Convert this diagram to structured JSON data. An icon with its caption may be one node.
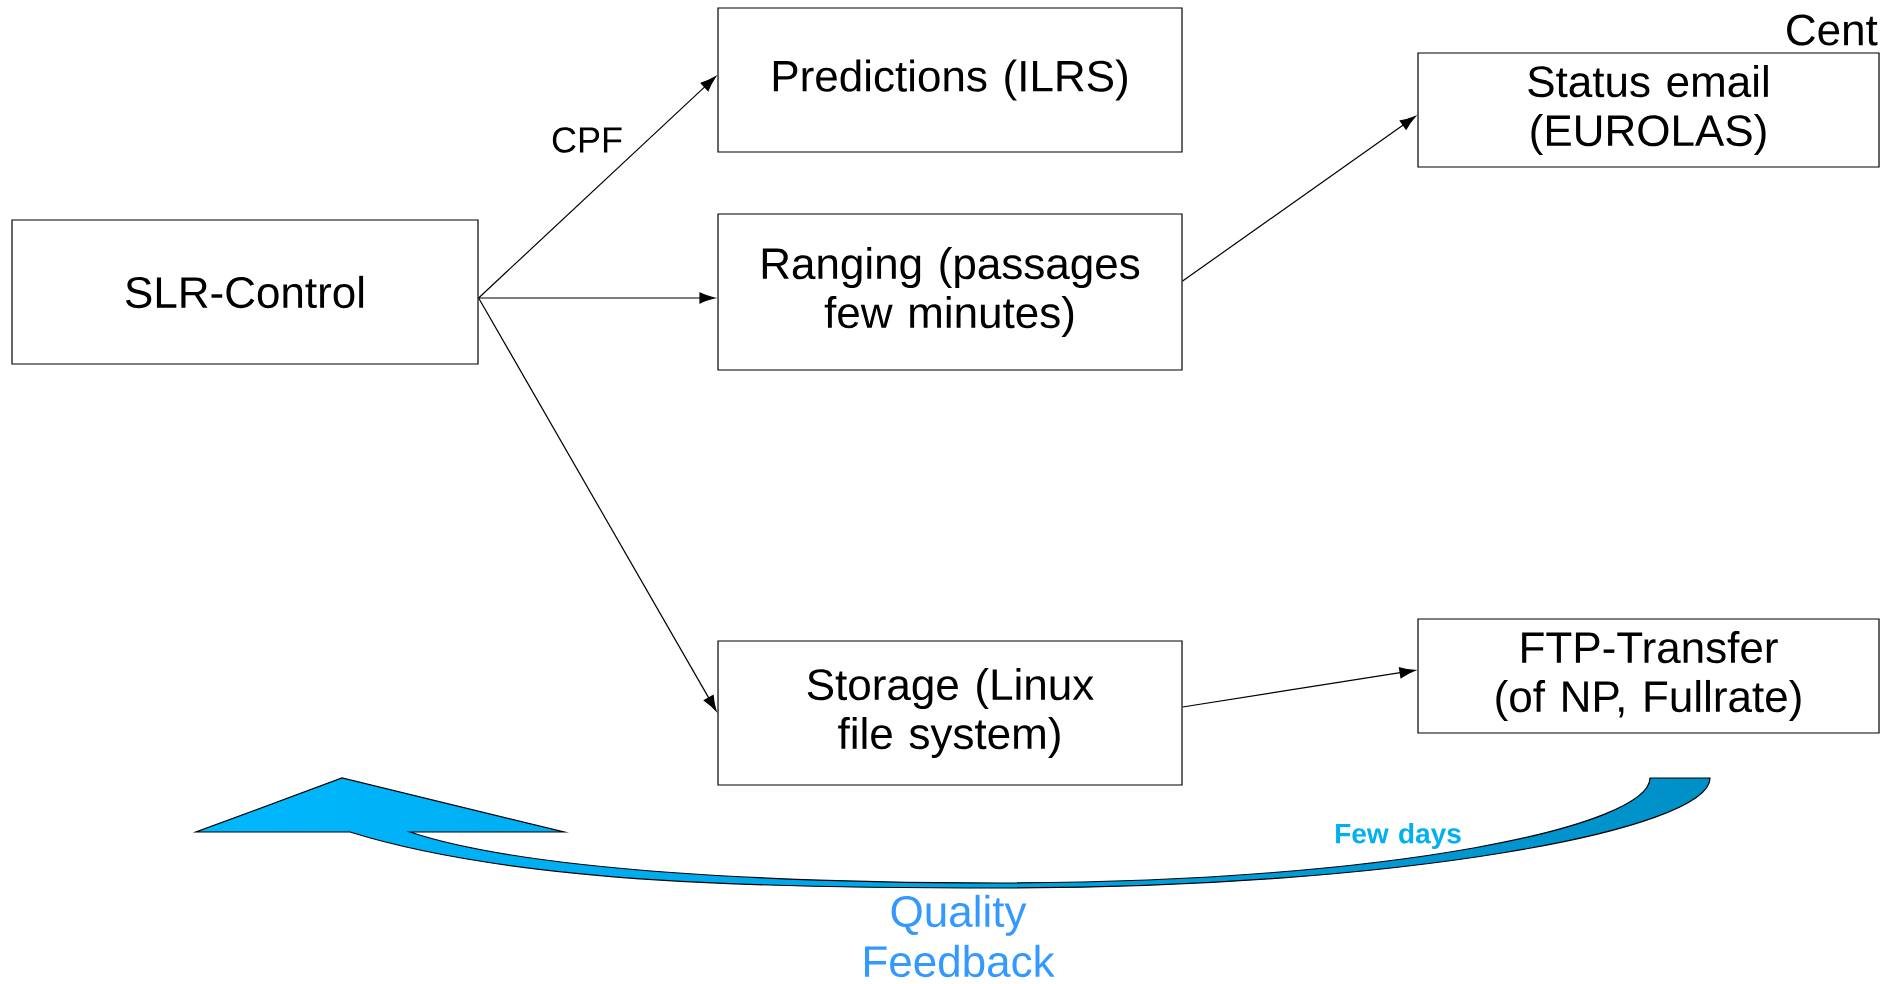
{
  "diagram": {
    "nodes": [
      {
        "text": [
          "SLR-Control"
        ]
      },
      {
        "text": [
          "Predictions (ILRS)"
        ]
      },
      {
        "text": [
          "Ranging (passages few minutes)"
        ]
      },
      {
        "text": [
          "Storage (Linux file system)"
        ]
      },
      {
        "text": [
          "Status email (EUROLAS)"
        ]
      },
      {
        "text": [
          "FTP-Transfer (of NP, Fullrate)"
        ]
      }
    ],
    "edges": [
      {
        "from": 0,
        "to": 1,
        "arrow": "to",
        "label": "CPF"
      },
      {
        "from": 0,
        "to": 2,
        "arrow": "to"
      },
      {
        "from": 0,
        "to": 3,
        "arrow": "to"
      },
      {
        "from": 2,
        "to": 4,
        "arrow": "to"
      },
      {
        "from": 3,
        "to": 5,
        "arrow": "to"
      }
    ],
    "labels": [
      "Cent",
      "Few days",
      "Quality Feedback"
    ]
  }
}
